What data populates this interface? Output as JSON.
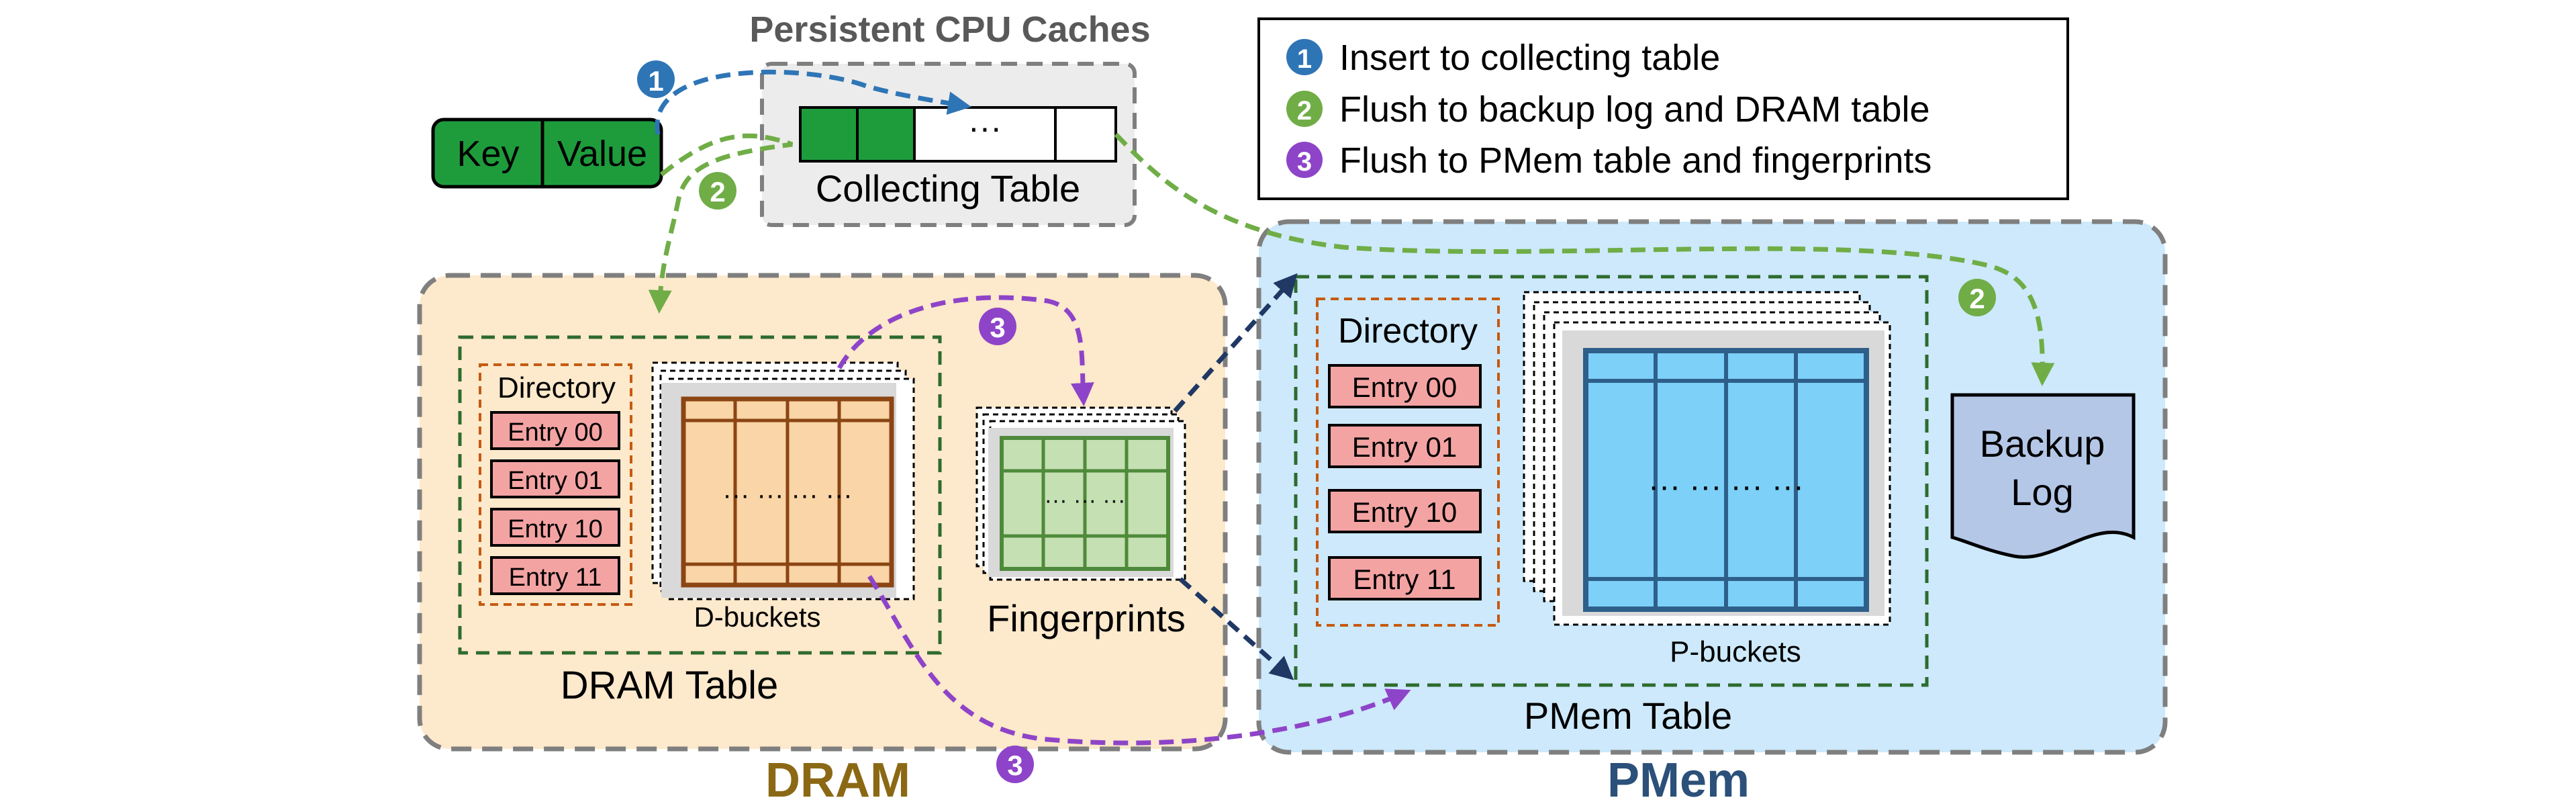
{
  "cache": {
    "title": "Persistent CPU Caches",
    "key_label": "Key",
    "value_label": "Value",
    "slot_dots": "···",
    "table_label": "Collecting Table"
  },
  "legend": {
    "items": [
      {
        "num": "1",
        "text": "Insert to collecting table",
        "color": "#2e75b6"
      },
      {
        "num": "2",
        "text": "Flush to backup log and DRAM table",
        "color": "#70ad47"
      },
      {
        "num": "3",
        "text": "Flush to PMem table and fingerprints",
        "color": "#8e44c8"
      }
    ]
  },
  "dram": {
    "region_label": "DRAM",
    "table_label": "DRAM Table",
    "directory_label": "Directory",
    "entries": [
      "Entry 00",
      "Entry 01",
      "Entry 10",
      "Entry 11"
    ],
    "buckets_label": "D-buckets",
    "bucket_dots": "··· ··· ··· ···",
    "fingerprints_label": "Fingerprints",
    "fingerprint_dots": "··· ··· ···"
  },
  "pmem": {
    "region_label": "PMem",
    "table_label": "PMem Table",
    "directory_label": "Directory",
    "entries": [
      "Entry 00",
      "Entry 01",
      "Entry 10",
      "Entry 11"
    ],
    "buckets_label": "P-buckets",
    "bucket_dots": "··· ··· ··· ···",
    "log_line1": "Backup",
    "log_line2": "Log"
  },
  "steps": {
    "one": "1",
    "two": "2",
    "three": "3"
  },
  "colors": {
    "blue_arrow": "#2e75b6",
    "green_arrow": "#70ad47",
    "purple_arrow": "#8e44c8",
    "navy_arrow": "#1f3864",
    "dram_bg": "#fde9cb",
    "pmem_bg": "#cde9fb",
    "entry_fill": "#f4a3a3",
    "dbucket_fill": "#f9d5a7",
    "dbucket_line": "#8b4513",
    "pbucket_fill": "#7dd0f7",
    "pbucket_line": "#2e5f8a",
    "fp_fill": "#c5e0b3",
    "fp_line": "#4e8a3a",
    "kv_fill": "#1e9c3c",
    "log_fill": "#b4c7e7"
  }
}
